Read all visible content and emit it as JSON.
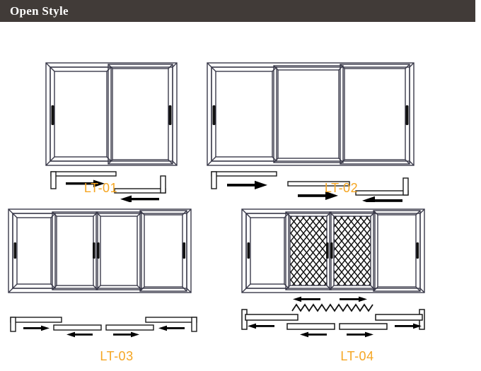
{
  "header": {
    "title": "Open Style",
    "background_color": "#413b38",
    "text_color": "#ffffff"
  },
  "palette": {
    "line": "#3a3a4a",
    "line_dark": "#1a1a1a",
    "handle": "#111111",
    "caption": "#f5a623",
    "background": "#ffffff"
  },
  "diagrams": [
    {
      "id": "LT-01",
      "label": "LT-01",
      "type": "sliding-window",
      "panels": 2,
      "mesh_panels": 0,
      "handles": [
        "left",
        "right"
      ],
      "track_rails": [
        {
          "position": "left",
          "end_cap": "left",
          "cap_style": "L",
          "arrow": "right"
        },
        {
          "position": "right",
          "end_cap": "right",
          "cap_style": "L",
          "arrow": "left"
        }
      ],
      "zigzag": false
    },
    {
      "id": "LT-02",
      "label": "LT-02",
      "type": "sliding-window",
      "panels": 3,
      "mesh_panels": 0,
      "handles": [
        "left",
        "right"
      ],
      "track_rails": [
        {
          "position": "left",
          "end_cap": "left",
          "cap_style": "L",
          "arrow": "right"
        },
        {
          "position": "center",
          "end_cap": "none",
          "cap_style": "",
          "arrow": "right"
        },
        {
          "position": "right",
          "end_cap": "right",
          "cap_style": "L",
          "arrow": "left"
        }
      ],
      "zigzag": false
    },
    {
      "id": "LT-03",
      "label": "LT-03",
      "type": "sliding-door",
      "panels": 4,
      "mesh_panels": 0,
      "handles": [
        "left",
        "center-left",
        "center-right",
        "right"
      ],
      "track_rails": [
        {
          "position": "left",
          "end_cap": "left",
          "cap_style": "L",
          "arrow": "right"
        },
        {
          "position": "center-left",
          "end_cap": "none",
          "cap_style": "",
          "arrow": "left"
        },
        {
          "position": "center-right",
          "end_cap": "none",
          "cap_style": "",
          "arrow": "right"
        },
        {
          "position": "right",
          "end_cap": "right",
          "cap_style": "L",
          "arrow": "left"
        }
      ],
      "zigzag": false
    },
    {
      "id": "LT-04",
      "label": "LT-04",
      "type": "sliding-door-with-screen",
      "panels": 4,
      "mesh_panels": 2,
      "handles": [
        "left",
        "center-left",
        "center-right",
        "right"
      ],
      "track_rails": [
        {
          "position": "left",
          "end_cap": "left",
          "cap_style": "T",
          "arrow": "left"
        },
        {
          "position": "center-left",
          "end_cap": "none",
          "cap_style": "",
          "arrow": "left"
        },
        {
          "position": "center-right",
          "end_cap": "none",
          "cap_style": "",
          "arrow": "right"
        },
        {
          "position": "right",
          "end_cap": "right",
          "cap_style": "T",
          "arrow": "right"
        }
      ],
      "top_arrows": [
        "left",
        "right"
      ],
      "zigzag": true
    }
  ]
}
